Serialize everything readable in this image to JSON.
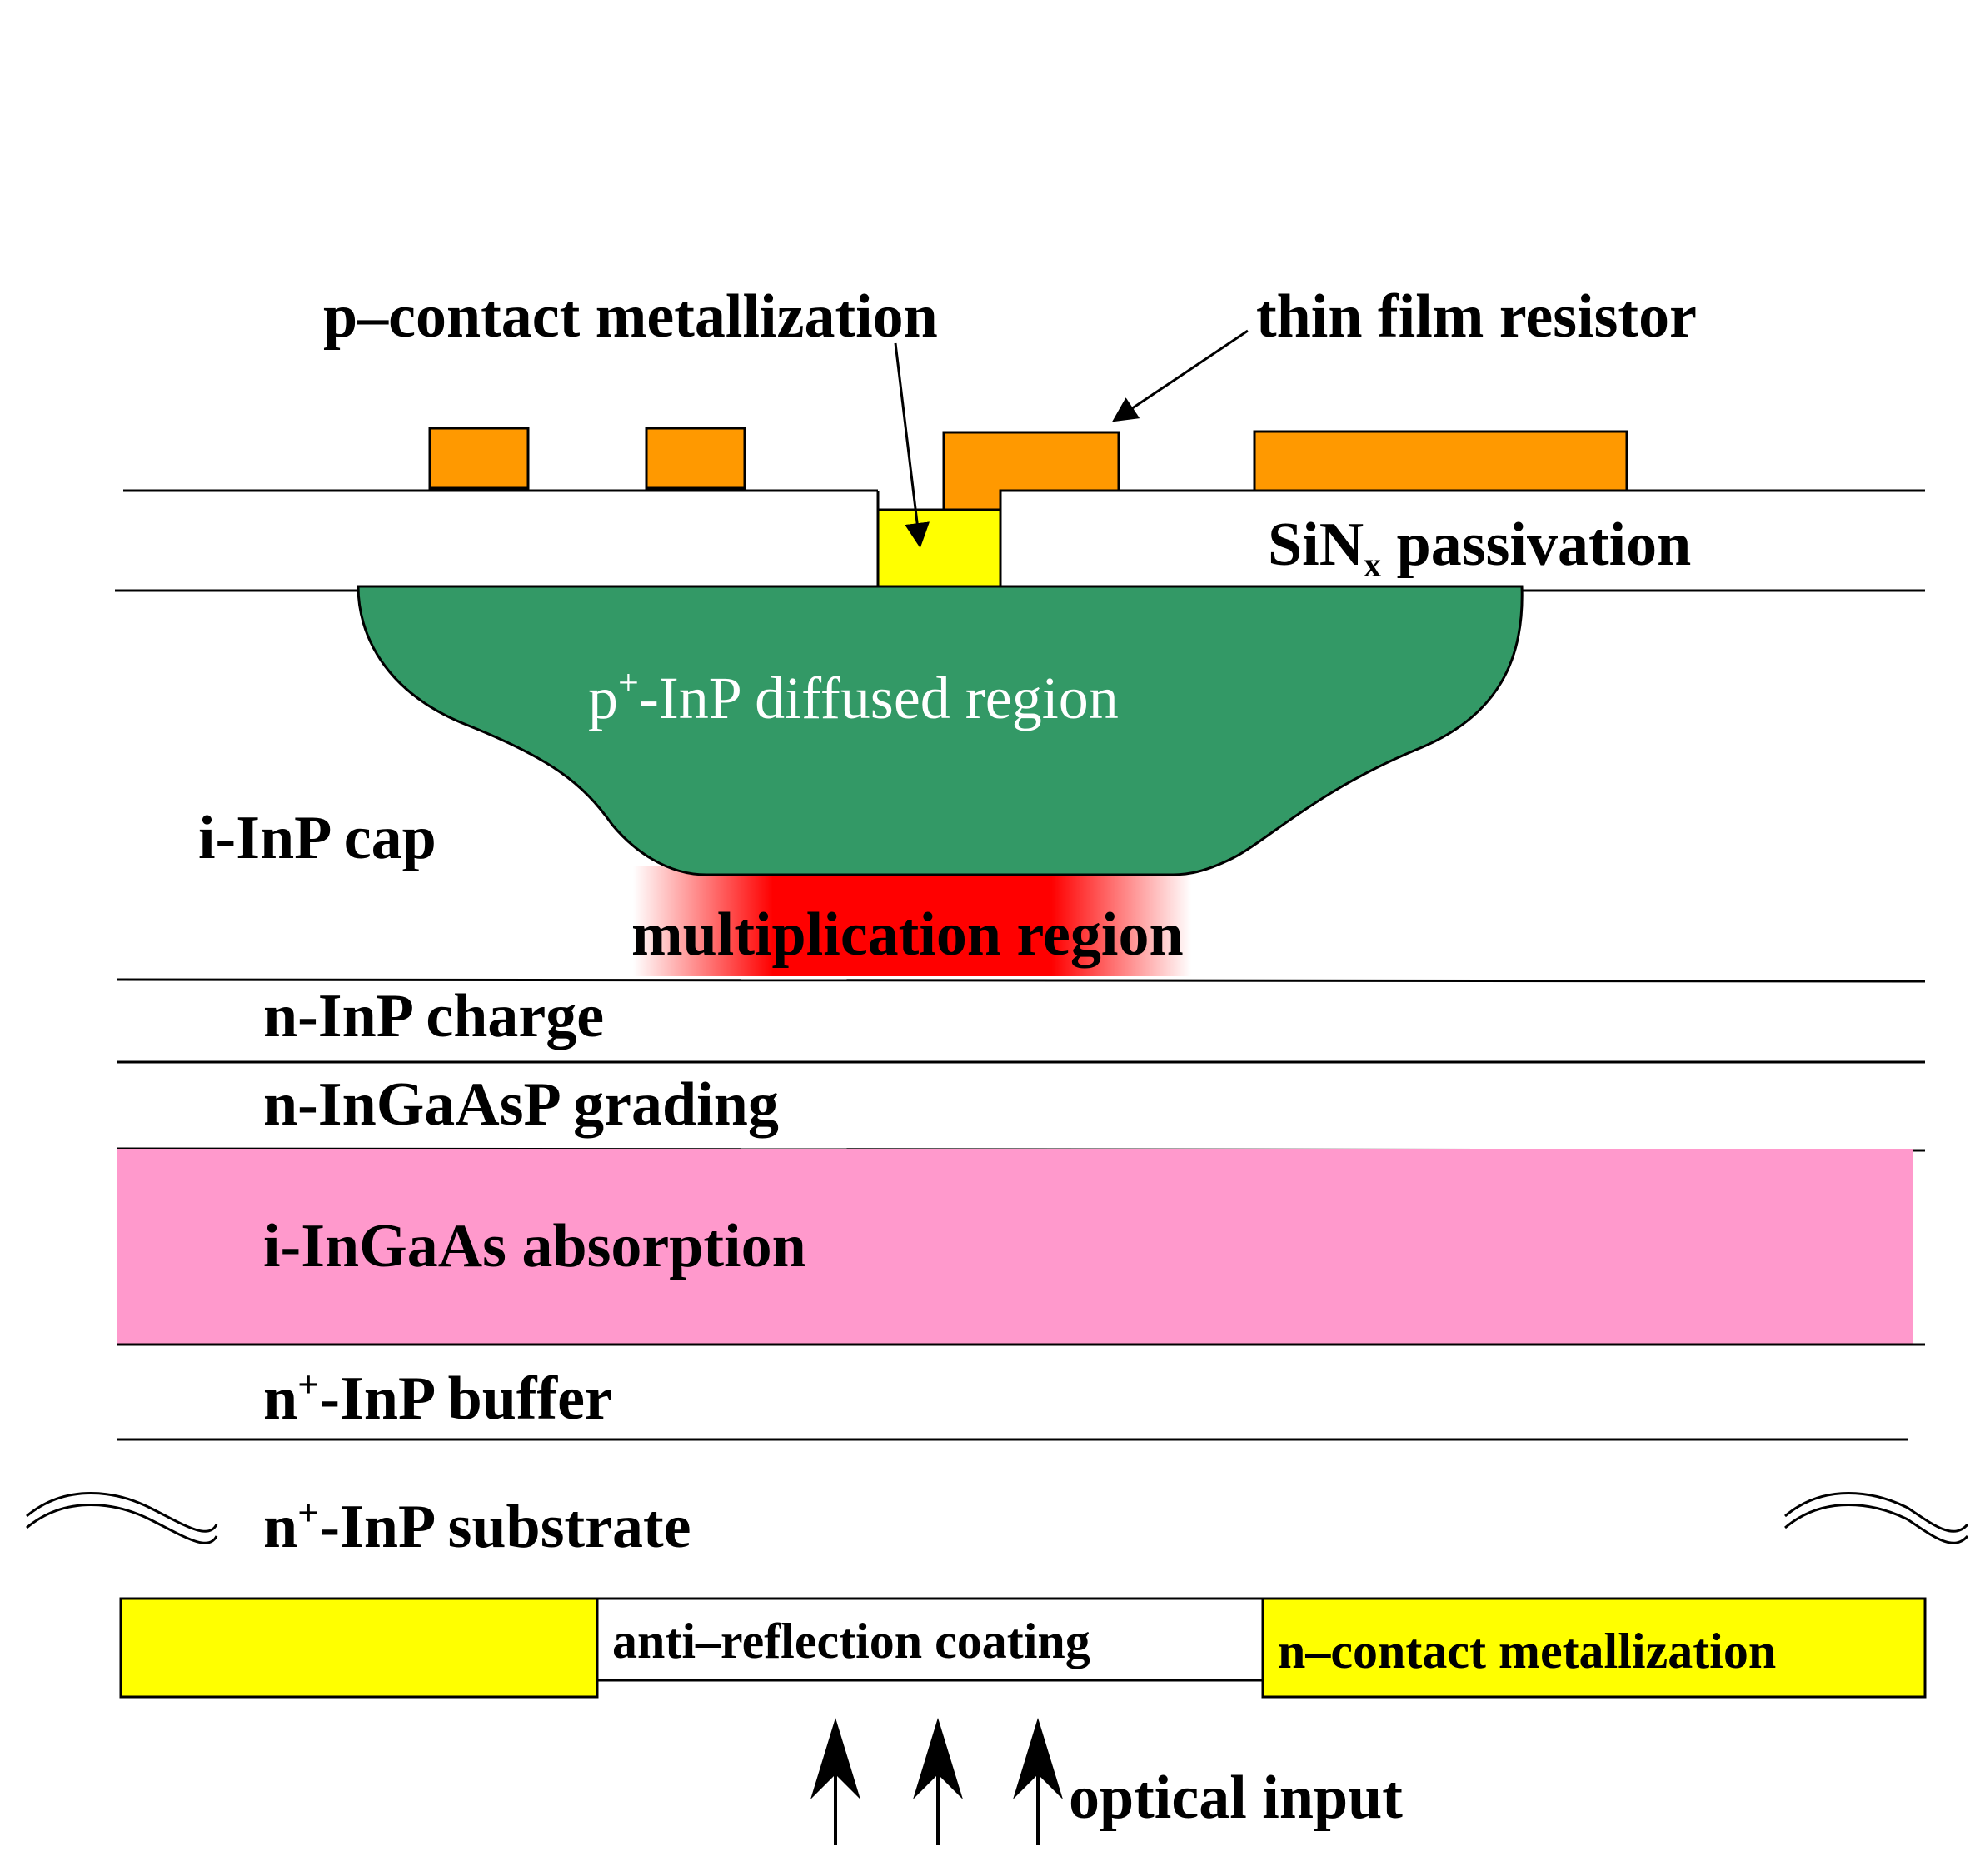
{
  "labels": {
    "p_contact": "p–contact metallization",
    "thin_film": "thin film resistor",
    "sinx_main": "SiN",
    "sinx_sub": "x",
    "sinx_rest": " passivation",
    "p_diffused_p": "p",
    "p_diffused_sup": "+",
    "p_diffused_rest": "-InP diffused region",
    "i_inp_cap": "i-InP cap",
    "multiplication": "multiplication region",
    "n_inp_charge": "n-InP charge",
    "n_ingaasp_grading": "n-InGaAsP grading",
    "i_ingaas_absorption": "i-InGaAs absorption",
    "buffer_n": "n",
    "buffer_sup": "+",
    "buffer_rest": "-InP buffer",
    "substrate_n": "n",
    "substrate_sup": "+",
    "substrate_rest": "-InP substrate",
    "anti_reflection": "anti–reflection coating",
    "n_contact": "n–contact metallization",
    "optical_input": "optical input"
  },
  "colors": {
    "contact_pad": "#ff9900",
    "p_contact_metal": "#ffff00",
    "diffused_region": "#339966",
    "multiplication": "#ff0000",
    "absorption": "#ff99cc",
    "n_contact_metal": "#ffff00",
    "lines": "#000000"
  },
  "icons": {
    "substrate_break_left": "wavy-break-icon",
    "substrate_break_right": "wavy-break-icon",
    "optical_arrows": "up-arrow-icon"
  }
}
